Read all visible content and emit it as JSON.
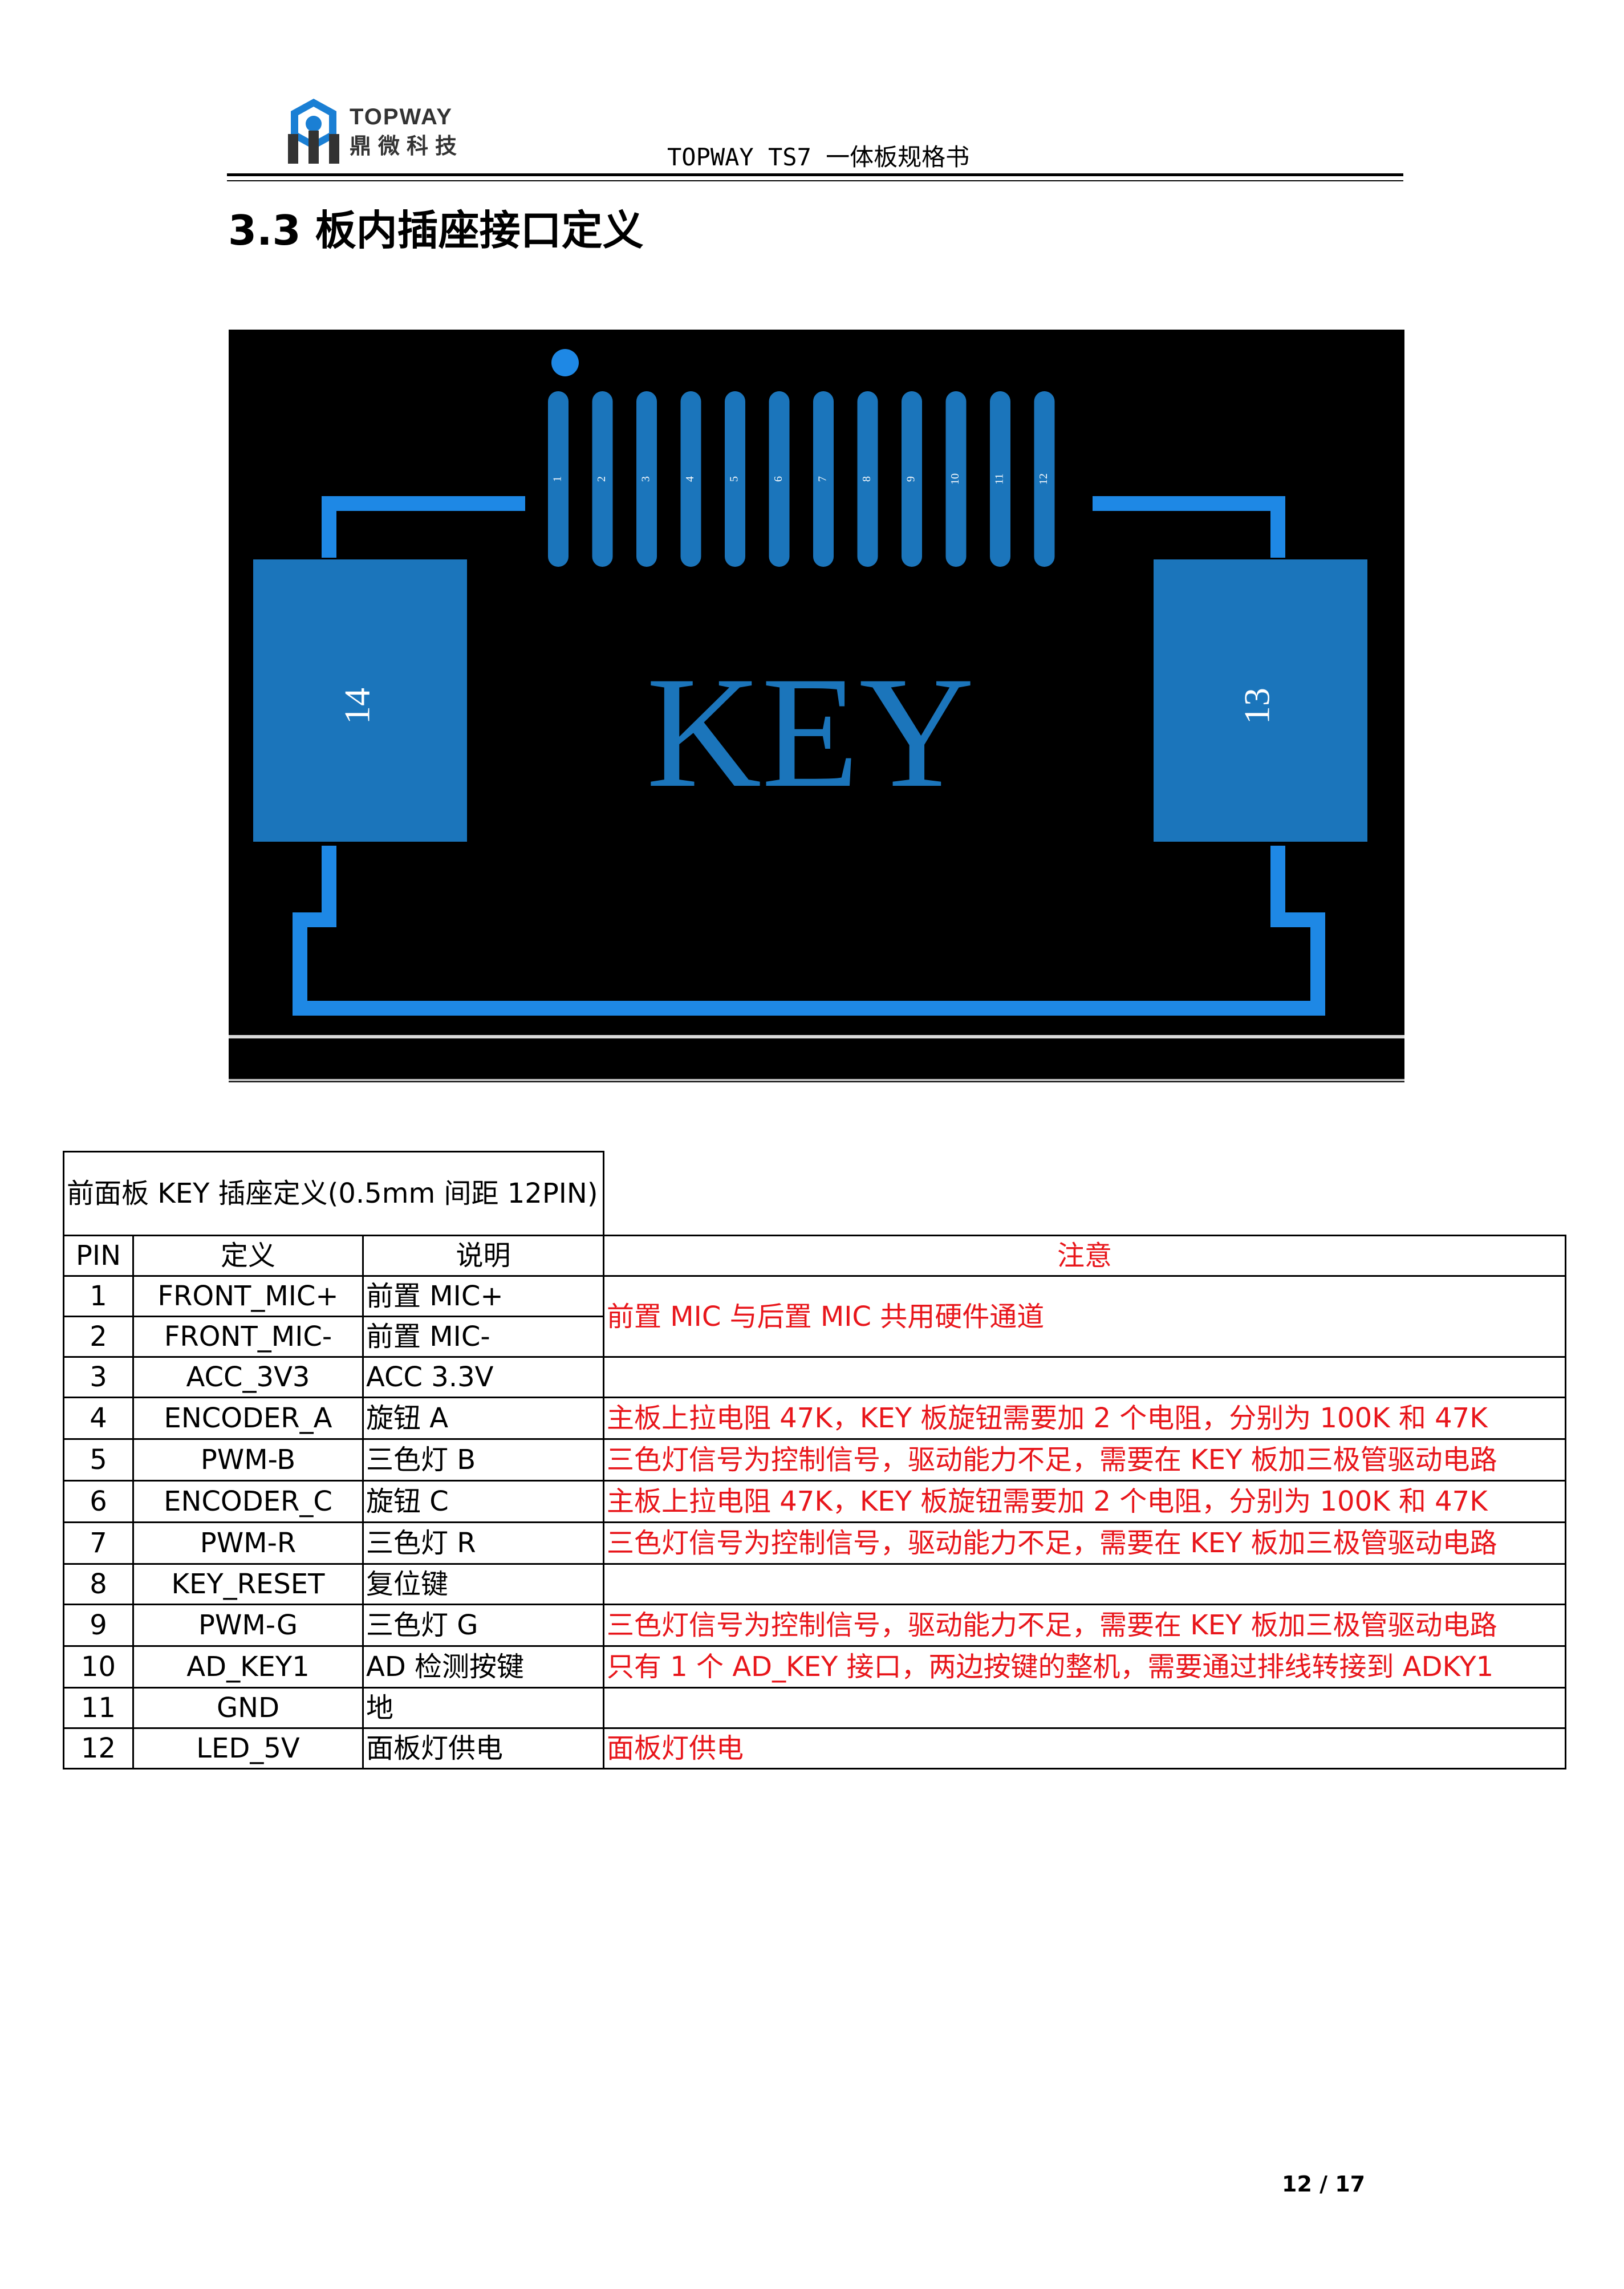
{
  "header": {
    "logo_en": "TOPWAY",
    "logo_cn": "鼎微科技",
    "doc_title": "TOPWAY TS7 一体板规格书"
  },
  "section_title": "3.3 板内插座接口定义",
  "figure": {
    "board_label": "KEY",
    "pad_left_label": "14",
    "pad_right_label": "13",
    "pin_labels": [
      "1",
      "2",
      "3",
      "4",
      "5",
      "6",
      "7",
      "8",
      "9",
      "10",
      "11",
      "12"
    ],
    "colors": {
      "background": "#000000",
      "copper": "#1b75bb",
      "trace": "#1e88e5"
    }
  },
  "table": {
    "caption": "前面板 KEY 插座定义(0.5mm 间距 12PIN)",
    "headers": [
      "PIN",
      "定义",
      "说明",
      "注意"
    ],
    "rows": [
      {
        "pin": "1",
        "def": "FRONT_MIC+",
        "desc": "前置 MIC+"
      },
      {
        "pin": "2",
        "def": "FRONT_MIC-",
        "desc": "前置 MIC-"
      },
      {
        "pin": "3",
        "def": "ACC_3V3",
        "desc": "ACC 3.3V",
        "note": ""
      },
      {
        "pin": "4",
        "def": "ENCODER_A",
        "desc": "旋钮 A",
        "note": "主板上拉电阻 47K，KEY 板旋钮需要加 2 个电阻，分别为 100K 和 47K"
      },
      {
        "pin": "5",
        "def": "PWM-B",
        "desc": "三色灯 B",
        "note": "三色灯信号为控制信号，驱动能力不足，需要在 KEY 板加三极管驱动电路"
      },
      {
        "pin": "6",
        "def": "ENCODER_C",
        "desc": "旋钮 C",
        "note": "主板上拉电阻 47K，KEY 板旋钮需要加 2 个电阻，分别为 100K 和 47K"
      },
      {
        "pin": "7",
        "def": "PWM-R",
        "desc": "三色灯 R",
        "note": "三色灯信号为控制信号，驱动能力不足，需要在 KEY 板加三极管驱动电路"
      },
      {
        "pin": "8",
        "def": "KEY_RESET",
        "desc": "复位键",
        "note": ""
      },
      {
        "pin": "9",
        "def": "PWM-G",
        "desc": "三色灯 G",
        "note": "三色灯信号为控制信号，驱动能力不足，需要在 KEY 板加三极管驱动电路"
      },
      {
        "pin": "10",
        "def": "AD_KEY1",
        "desc": "AD 检测按键",
        "note": "只有 1 个 AD_KEY 接口，两边按键的整机，需要通过排线转接到 ADKY1"
      },
      {
        "pin": "11",
        "def": "GND",
        "desc": "地",
        "note": ""
      },
      {
        "pin": "12",
        "def": "LED_5V",
        "desc": "面板灯供电",
        "note": "面板灯供电"
      }
    ],
    "mic_note": "前置 MIC 与后置 MIC 共用硬件通道",
    "note_color": "#e8161b"
  },
  "footer": {
    "page": "12 / 17"
  }
}
